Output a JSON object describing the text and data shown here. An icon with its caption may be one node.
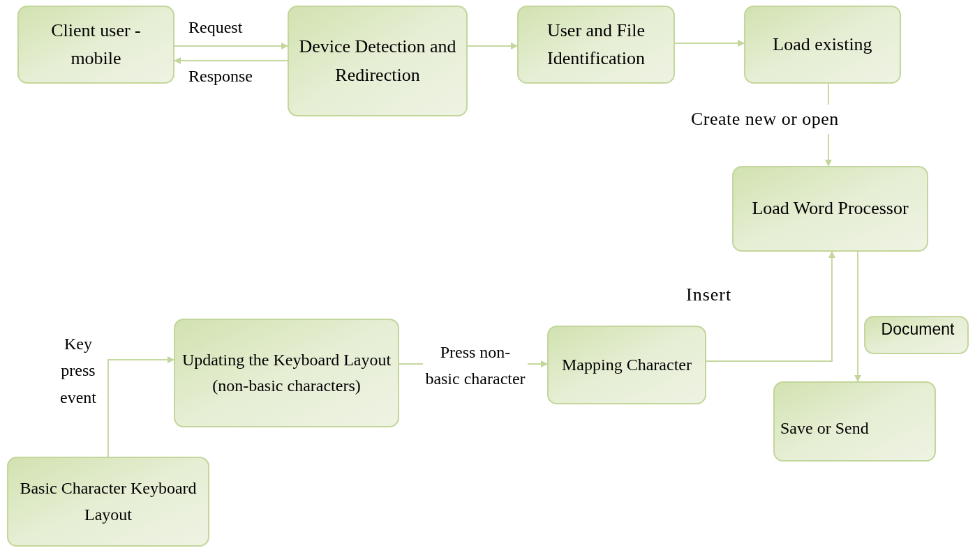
{
  "diagram": {
    "nodes": [
      {
        "text": [
          "Client user - mobile"
        ]
      },
      {
        "text": [
          "Device Detection and Redirection"
        ]
      },
      {
        "text": [
          "User and File Identification"
        ]
      },
      {
        "text": [
          "Load existing"
        ]
      },
      {
        "text": [
          "Load Word Processor"
        ]
      },
      {
        "text": [
          "Document"
        ]
      },
      {
        "text": [
          "Save or Send"
        ]
      },
      {
        "text": [
          "Updating the Keyboard Layout (non-basic characters)"
        ]
      },
      {
        "text": [
          "Mapping Character"
        ]
      },
      {
        "text": [
          "Basic Character Keyboard Layout"
        ]
      }
    ],
    "edges": [
      {
        "from": 0,
        "to": 1,
        "arrow": "to",
        "label": "Request"
      },
      {
        "from": 1,
        "to": 0,
        "arrow": "to",
        "label": "Response"
      },
      {
        "from": 1,
        "to": 2,
        "arrow": "to"
      },
      {
        "from": 2,
        "to": 3,
        "arrow": "to"
      },
      {
        "from": 3,
        "to": 4,
        "arrow": "to",
        "label": "Create new or open"
      },
      {
        "from": 4,
        "to": 6,
        "arrow": "to"
      },
      {
        "from": 8,
        "to": 4,
        "arrow": "to",
        "label": "Insert"
      },
      {
        "from": 7,
        "to": 8,
        "arrow": "to",
        "label": "Press non- basic character"
      },
      {
        "from": 9,
        "to": 7,
        "arrow": "to",
        "label": "Key press event"
      }
    ]
  }
}
